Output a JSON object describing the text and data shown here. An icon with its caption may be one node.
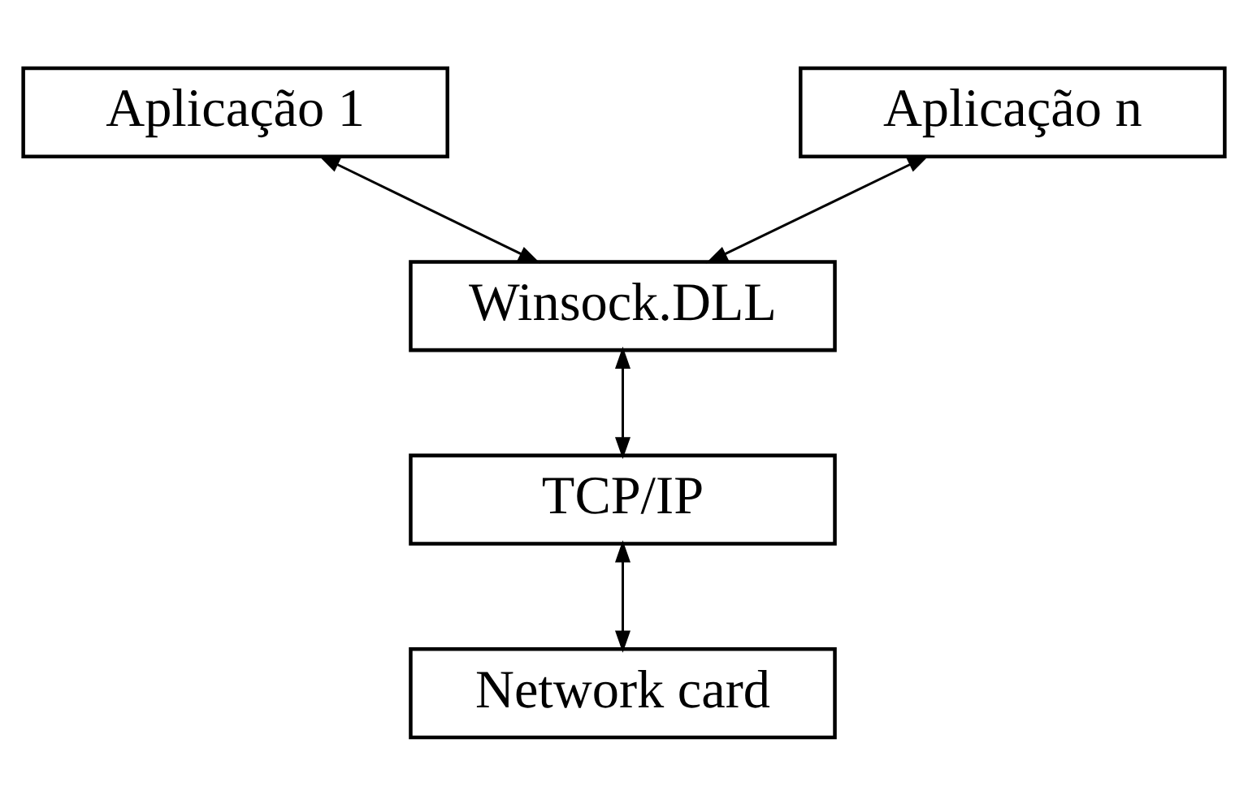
{
  "diagram": {
    "nodes": [
      {
        "text": [
          "Aplicação 1"
        ]
      },
      {
        "text": [
          "Aplicação n"
        ]
      },
      {
        "text": [
          "Winsock.DLL"
        ]
      },
      {
        "text": [
          "TCP/IP"
        ]
      },
      {
        "text": [
          "Network card"
        ]
      }
    ],
    "edges": [
      {
        "from": 0,
        "to": 2,
        "arrow": "both"
      },
      {
        "from": 1,
        "to": 2,
        "arrow": "both"
      },
      {
        "from": 2,
        "to": 3,
        "arrow": "both"
      },
      {
        "from": 3,
        "to": 4,
        "arrow": "both"
      }
    ]
  }
}
